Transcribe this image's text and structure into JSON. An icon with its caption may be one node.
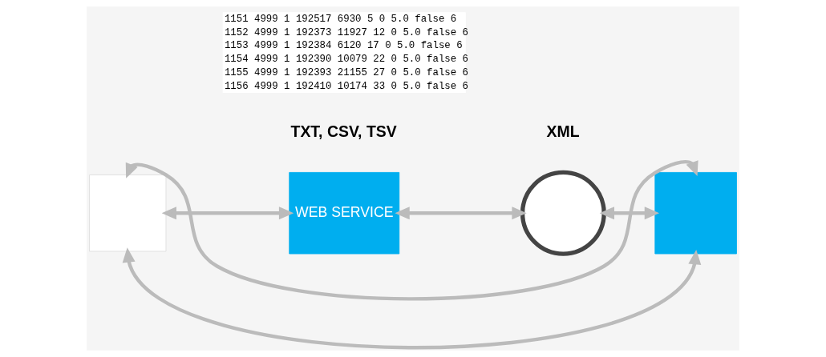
{
  "diagram": {
    "nodes": [
      {
        "text": [],
        "shape": "box"
      },
      {
        "text": [
          "WEB SERVICE"
        ]
      },
      {
        "text": [],
        "shape": "circle"
      },
      {
        "text": [],
        "shape": "box"
      }
    ],
    "edges": [
      {
        "from": 0,
        "to": 1,
        "arrow": "both"
      },
      {
        "from": 1,
        "to": 2,
        "arrow": "both"
      },
      {
        "from": 2,
        "to": 3,
        "arrow": "both"
      },
      {
        "from": 0,
        "to": 3,
        "arrow": "both"
      },
      {
        "from": 0,
        "to": 3,
        "arrow": "both"
      }
    ],
    "labels": [
      "TXT, CSV, TSV",
      "XML",
      "1151 4999 1 192517 6930 5 0 5.0 false 6",
      "1152 4999 1 192373 11927 12 0 5.0 false 6",
      "1153 4999 1 192384 6120 17 0 5.0 false 6",
      "1154 4999 1 192390 10079 22 0 5.0 false 6",
      "1155 4999 1 192393 21155 27 0 5.0 false 6",
      "1156 4999 1 192410 10174 33 0 5.0 false 6"
    ]
  }
}
